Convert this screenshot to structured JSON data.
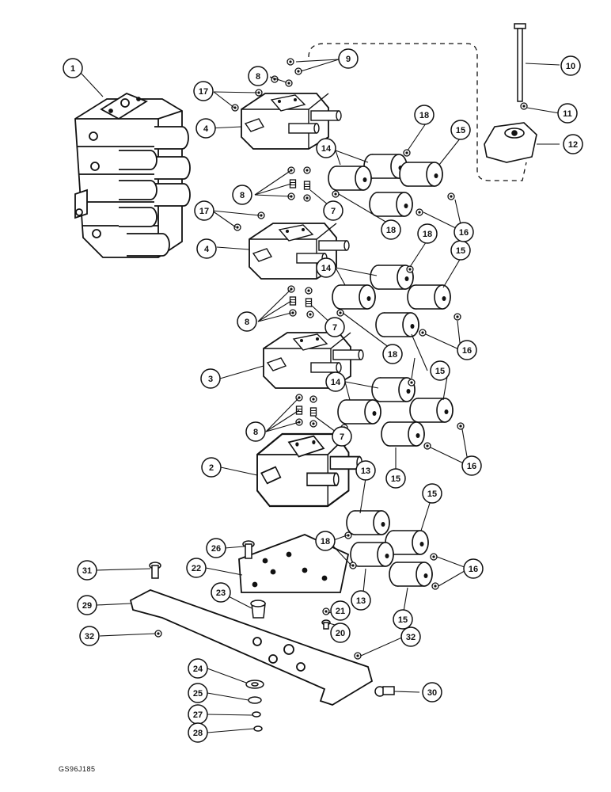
{
  "callouts": [
    {
      "id": "c1",
      "label": "1"
    },
    {
      "id": "c2",
      "label": "2"
    },
    {
      "id": "c3",
      "label": "3"
    },
    {
      "id": "c4a",
      "label": "4"
    },
    {
      "id": "c4b",
      "label": "4"
    },
    {
      "id": "c7a",
      "label": "7"
    },
    {
      "id": "c7b",
      "label": "7"
    },
    {
      "id": "c7c",
      "label": "7"
    },
    {
      "id": "c8a",
      "label": "8"
    },
    {
      "id": "c8b",
      "label": "8"
    },
    {
      "id": "c8c",
      "label": "8"
    },
    {
      "id": "c8d",
      "label": "8"
    },
    {
      "id": "c9",
      "label": "9"
    },
    {
      "id": "c10",
      "label": "10"
    },
    {
      "id": "c11",
      "label": "11"
    },
    {
      "id": "c12",
      "label": "12"
    },
    {
      "id": "c13a",
      "label": "13"
    },
    {
      "id": "c13b",
      "label": "13"
    },
    {
      "id": "c14a",
      "label": "14"
    },
    {
      "id": "c14b",
      "label": "14"
    },
    {
      "id": "c14c",
      "label": "14"
    },
    {
      "id": "c15a",
      "label": "15"
    },
    {
      "id": "c15b",
      "label": "15"
    },
    {
      "id": "c15c",
      "label": "15"
    },
    {
      "id": "c15d",
      "label": "15"
    },
    {
      "id": "c15e",
      "label": "15"
    },
    {
      "id": "c15f",
      "label": "15"
    },
    {
      "id": "c15g",
      "label": "15"
    },
    {
      "id": "c16a",
      "label": "16"
    },
    {
      "id": "c16b",
      "label": "16"
    },
    {
      "id": "c16c",
      "label": "16"
    },
    {
      "id": "c16d",
      "label": "16"
    },
    {
      "id": "c17a",
      "label": "17"
    },
    {
      "id": "c17b",
      "label": "17"
    },
    {
      "id": "c18a",
      "label": "18"
    },
    {
      "id": "c18b",
      "label": "18"
    },
    {
      "id": "c18c",
      "label": "18"
    },
    {
      "id": "c18d",
      "label": "18"
    },
    {
      "id": "c18e",
      "label": "18"
    },
    {
      "id": "c20",
      "label": "20"
    },
    {
      "id": "c21",
      "label": "21"
    },
    {
      "id": "c22",
      "label": "22"
    },
    {
      "id": "c23",
      "label": "23"
    },
    {
      "id": "c24",
      "label": "24"
    },
    {
      "id": "c25",
      "label": "25"
    },
    {
      "id": "c26",
      "label": "26"
    },
    {
      "id": "c27",
      "label": "27"
    },
    {
      "id": "c28",
      "label": "28"
    },
    {
      "id": "c29",
      "label": "29"
    },
    {
      "id": "c30",
      "label": "30"
    },
    {
      "id": "c31",
      "label": "31"
    },
    {
      "id": "c32a",
      "label": "32"
    },
    {
      "id": "c32b",
      "label": "32"
    }
  ],
  "footer": {
    "code": "GS96J185"
  }
}
